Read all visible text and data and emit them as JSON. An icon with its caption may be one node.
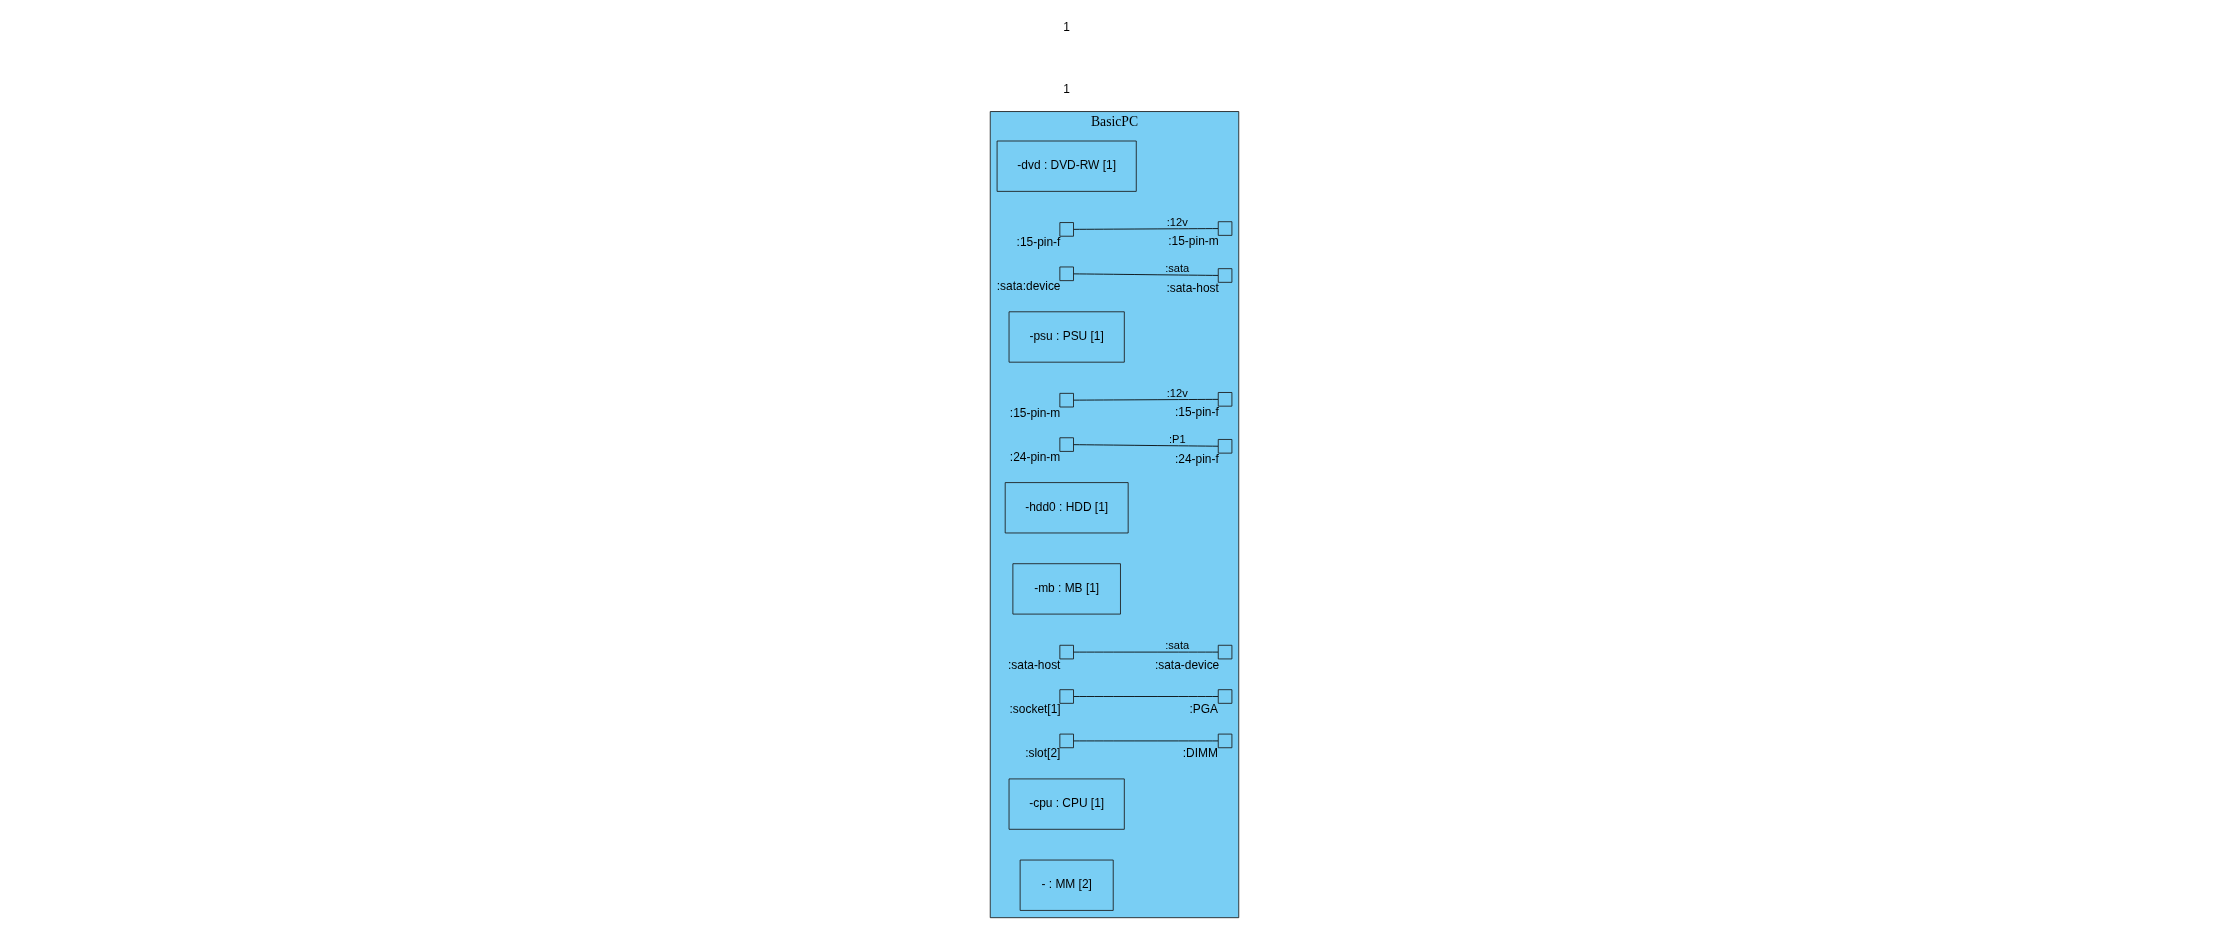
{
  "diagram": {
    "nodes": [
      {
        "text": [
          "BasicPC"
        ]
      },
      {
        "text": [
          "-dvd : DVD-RW [1]"
        ],
        "in": 0
      },
      {
        "text": [],
        "shape": "box",
        "in": 0,
        "beside": [
          ":15-pin-f"
        ]
      },
      {
        "text": [],
        "shape": "box",
        "in": 0,
        "beside": [
          ":sata:device"
        ]
      },
      {
        "text": [
          "-psu : PSU [1]"
        ],
        "in": 0
      },
      {
        "text": [],
        "shape": "box",
        "in": 0,
        "beside": [
          ":15-pin-m"
        ]
      },
      {
        "text": [],
        "shape": "box",
        "in": 0,
        "beside": [
          ":15-pin-m"
        ]
      },
      {
        "text": [],
        "shape": "box",
        "in": 0,
        "beside": [
          ":24-pin-m"
        ]
      },
      {
        "text": [
          "-hdd0 : HDD [1]"
        ],
        "in": 0
      },
      {
        "text": [],
        "shape": "box",
        "in": 0,
        "beside": [
          ":15-pin-f"
        ]
      },
      {
        "text": [],
        "shape": "box",
        "in": 0,
        "beside": [
          ":sata-device"
        ]
      },
      {
        "text": [
          "-mb : MB [1]"
        ],
        "in": 0
      },
      {
        "text": [],
        "shape": "box",
        "in": 0,
        "beside": [
          ":24-pin-f"
        ]
      },
      {
        "text": [],
        "shape": "box",
        "in": 0,
        "beside": [
          ":sata-host"
        ]
      },
      {
        "text": [],
        "shape": "box",
        "in": 0,
        "beside": [
          ":sata-host"
        ]
      },
      {
        "text": [],
        "shape": "box",
        "in": 0,
        "beside": [
          ":socket[1]"
        ]
      },
      {
        "text": [],
        "shape": "box",
        "in": 0,
        "beside": [
          ":slot[2]"
        ]
      },
      {
        "text": [
          "-cpu : CPU [1]"
        ],
        "in": 0
      },
      {
        "text": [],
        "shape": "box",
        "in": 0,
        "beside": [
          ":PGA"
        ]
      },
      {
        "text": [
          "- : MM [2]"
        ],
        "in": 0
      },
      {
        "text": [],
        "shape": "box",
        "in": 0,
        "beside": [
          ":DIMM"
        ]
      }
    ],
    "edges": [
      {
        "from": 2,
        "to": 5,
        "arrow": "none",
        "label": ":12v"
      },
      {
        "from": 6,
        "to": 9,
        "arrow": "none",
        "label": ":12v"
      },
      {
        "from": 7,
        "to": 12,
        "arrow": "none",
        "label": ":P1"
      },
      {
        "from": 3,
        "to": 13,
        "arrow": "none",
        "label": ":sata"
      },
      {
        "from": 14,
        "to": 10,
        "arrow": "none",
        "label": ":sata"
      },
      {
        "from": 15,
        "to": 18,
        "arrow": "none"
      },
      {
        "from": 16,
        "to": 20,
        "arrow": "none"
      }
    ],
    "labels": [
      "1",
      "1"
    ]
  }
}
